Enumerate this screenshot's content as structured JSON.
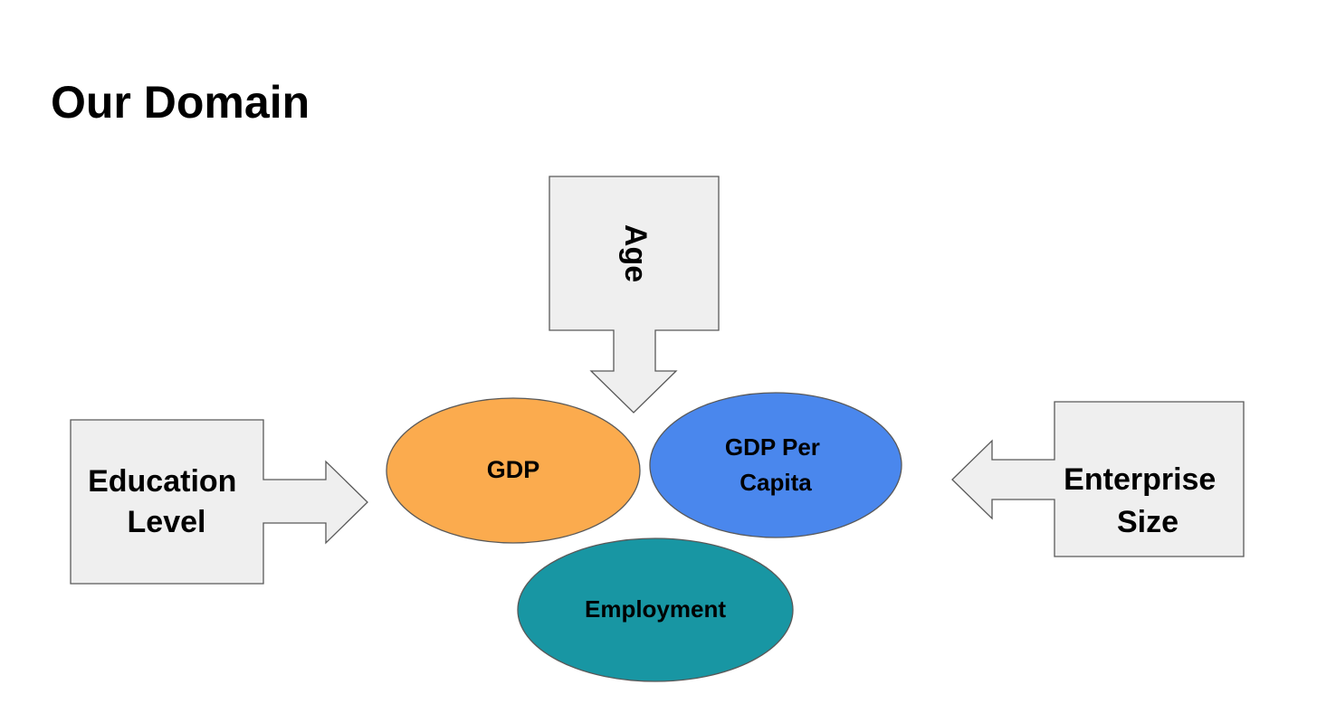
{
  "title": "Our Domain",
  "callouts": {
    "age": "Age",
    "education": [
      "Education",
      "Level"
    ],
    "enterprise": [
      "Enterprise",
      "Size"
    ]
  },
  "ovals": {
    "gdp": {
      "label": "GDP",
      "color": "#fbab4e"
    },
    "gdp_per_capita": {
      "label": [
        "GDP Per",
        "Capita"
      ],
      "color": "#4a87ed"
    },
    "employment": {
      "label": "Employment",
      "color": "#1896a3"
    }
  },
  "colors": {
    "callout_fill": "#efefef",
    "outline": "#595959"
  }
}
